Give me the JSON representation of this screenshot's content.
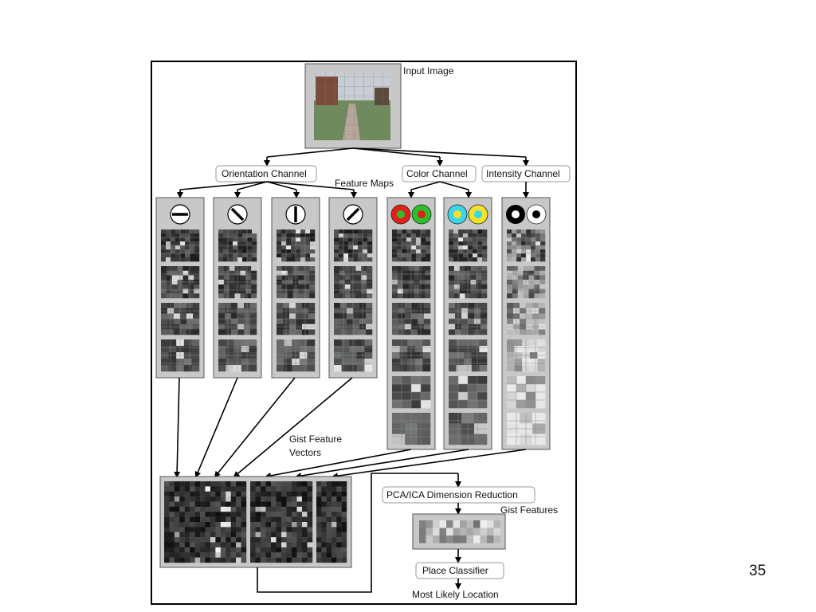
{
  "labels": {
    "input_image": "Input Image",
    "orientation_channel": "Orientation Channel",
    "feature_maps": "Feature Maps",
    "color_channel": "Color Channel",
    "intensity_channel": "Intensity Channel",
    "gist_feature_vectors_line1": "Gist Feature",
    "gist_feature_vectors_line2": "Vectors",
    "pca_ica": "PCA/ICA Dimension Reduction",
    "gist_features": "Gist Features",
    "place_classifier": "Place Classifier",
    "most_likely_location": "Most Likely Location"
  },
  "page_number": "35",
  "feature_columns": [
    {
      "channel": "orientation",
      "icon": "orientation-0-icon",
      "maps": 4
    },
    {
      "channel": "orientation",
      "icon": "orientation-45-icon",
      "maps": 4
    },
    {
      "channel": "orientation",
      "icon": "orientation-90-icon",
      "maps": 4
    },
    {
      "channel": "orientation",
      "icon": "orientation-135-icon",
      "maps": 4
    },
    {
      "channel": "color",
      "icon": "red-green-icon",
      "maps": 6
    },
    {
      "channel": "color",
      "icon": "blue-yellow-icon",
      "maps": 6
    },
    {
      "channel": "intensity",
      "icon": "on-off-icon",
      "maps": 6
    }
  ],
  "colors": {
    "panel": "#c8c8c8",
    "red": "#e0201c",
    "green": "#2dbe2d",
    "cyan": "#3ad6e8",
    "yellow": "#f2e22a"
  }
}
